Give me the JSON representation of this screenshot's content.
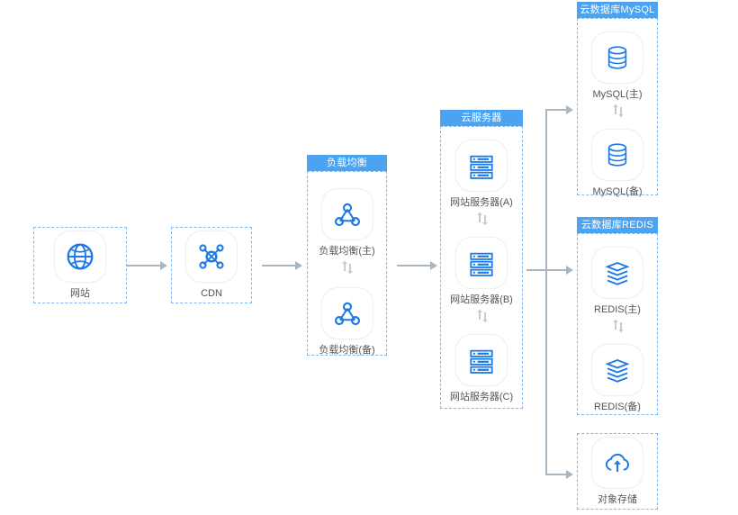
{
  "diagram": {
    "title": "cloud-website-architecture",
    "colors": {
      "header_blue": "#4ba3f2",
      "icon_blue": "#1c7ae8",
      "dashed_border": "#7fb9ee",
      "connector_gray": "#a9b6c2",
      "label_text": "#555555"
    },
    "groups": [
      {
        "id": "website",
        "header": null,
        "nodes": [
          {
            "label": "网站",
            "icon": "globe-icon"
          }
        ]
      },
      {
        "id": "cdn",
        "header": null,
        "nodes": [
          {
            "label": "CDN",
            "icon": "cdn-network-icon"
          }
        ]
      },
      {
        "id": "load-balancer",
        "header": "负载均衡",
        "nodes": [
          {
            "label": "负载均衡(主)",
            "icon": "load-balancer-icon"
          },
          {
            "label": "负载均衡(备)",
            "icon": "load-balancer-icon"
          }
        ]
      },
      {
        "id": "cloud-server",
        "header": "云服务器",
        "nodes": [
          {
            "label": "网站服务器(A)",
            "icon": "server-rack-icon"
          },
          {
            "label": "网站服务器(B)",
            "icon": "server-rack-icon"
          },
          {
            "label": "网站服务器(C)",
            "icon": "server-rack-icon"
          }
        ]
      },
      {
        "id": "mysql",
        "header": "云数据库MySQL",
        "nodes": [
          {
            "label": "MySQL(主)",
            "icon": "database-cylinder-icon"
          },
          {
            "label": "MySQL(备)",
            "icon": "database-cylinder-icon"
          }
        ]
      },
      {
        "id": "redis",
        "header": "云数据库REDIS",
        "nodes": [
          {
            "label": "REDIS(主)",
            "icon": "redis-layers-icon"
          },
          {
            "label": "REDIS(备)",
            "icon": "redis-layers-icon"
          }
        ]
      },
      {
        "id": "object-storage",
        "header": null,
        "nodes": [
          {
            "label": "对象存储",
            "icon": "cloud-upload-icon"
          }
        ]
      }
    ]
  }
}
